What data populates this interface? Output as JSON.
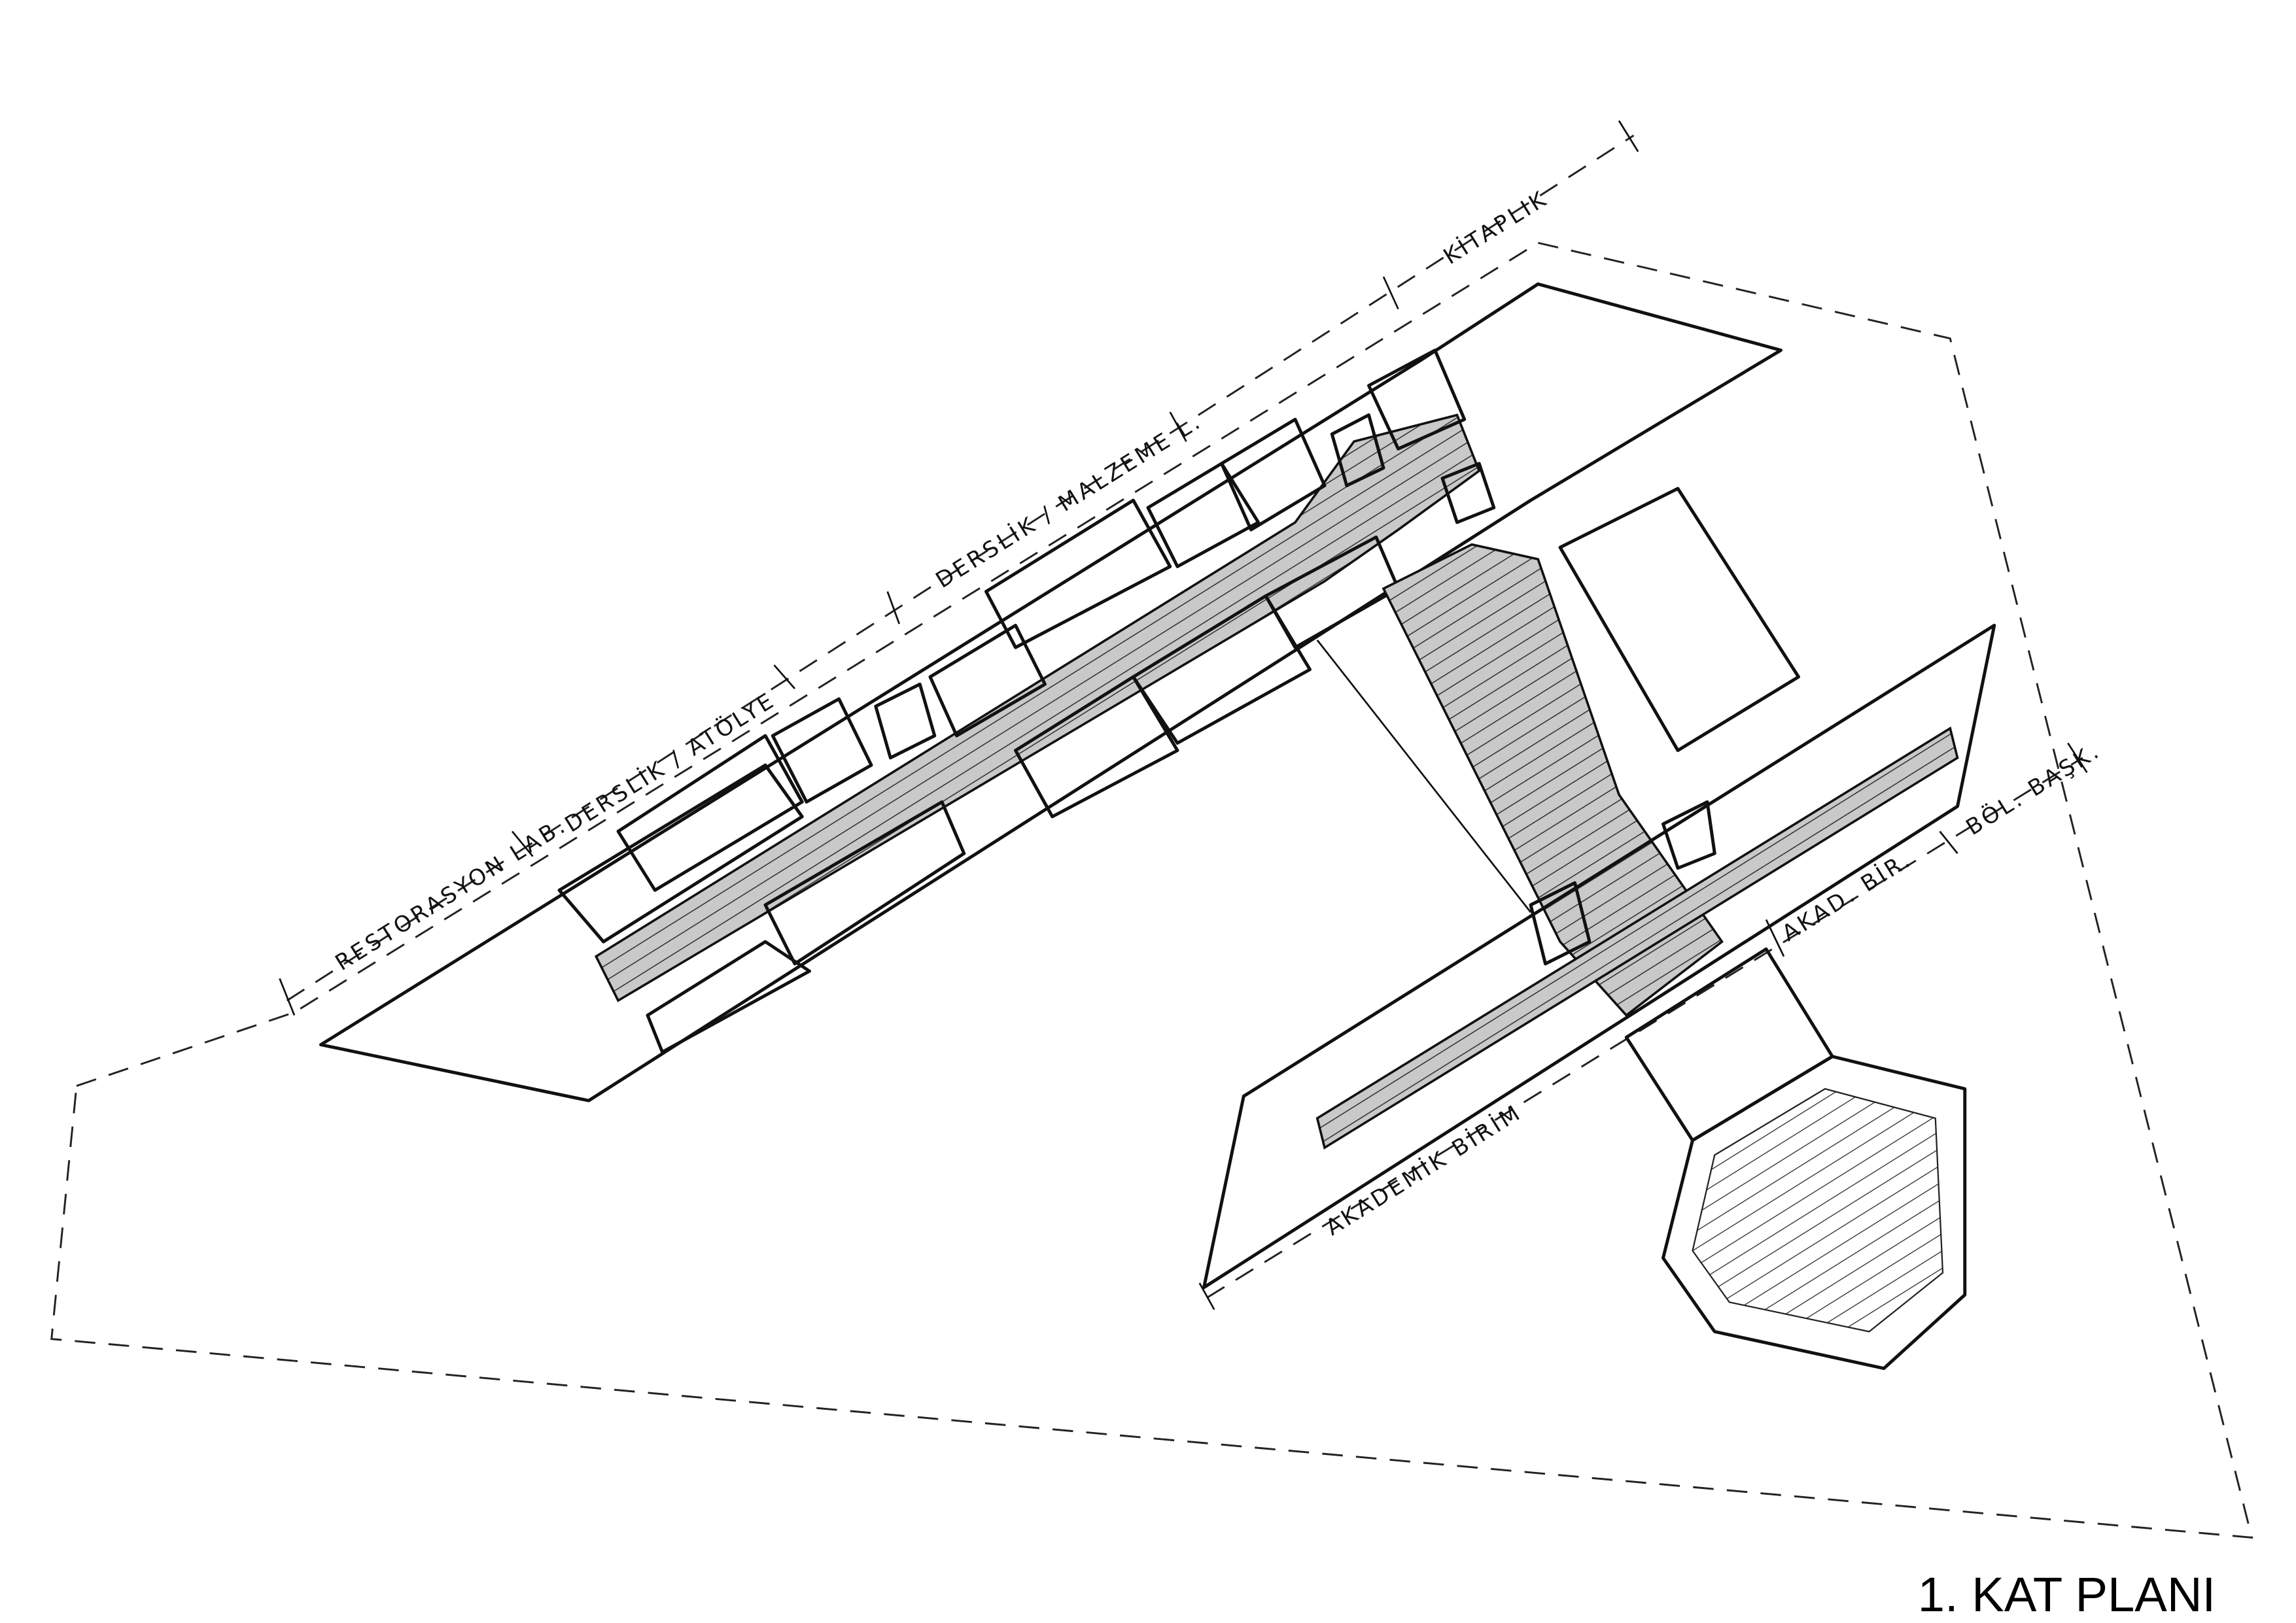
{
  "drawing": {
    "title": "1. KAT PLANI",
    "labels": {
      "restorasyon": "RESTORASYON LAB.",
      "derslik_atolye": "DERSLİK / ATÖLYE",
      "derslik_malzeme": "DERSLİK / MALZEME L.",
      "kitaplik": "KİTAPLIK",
      "akad_bir": "AKAD. BİR.",
      "bol_bask": "BÖL. BAŞK.",
      "akademik_birim": "AKADEMİK BİRİM"
    }
  }
}
